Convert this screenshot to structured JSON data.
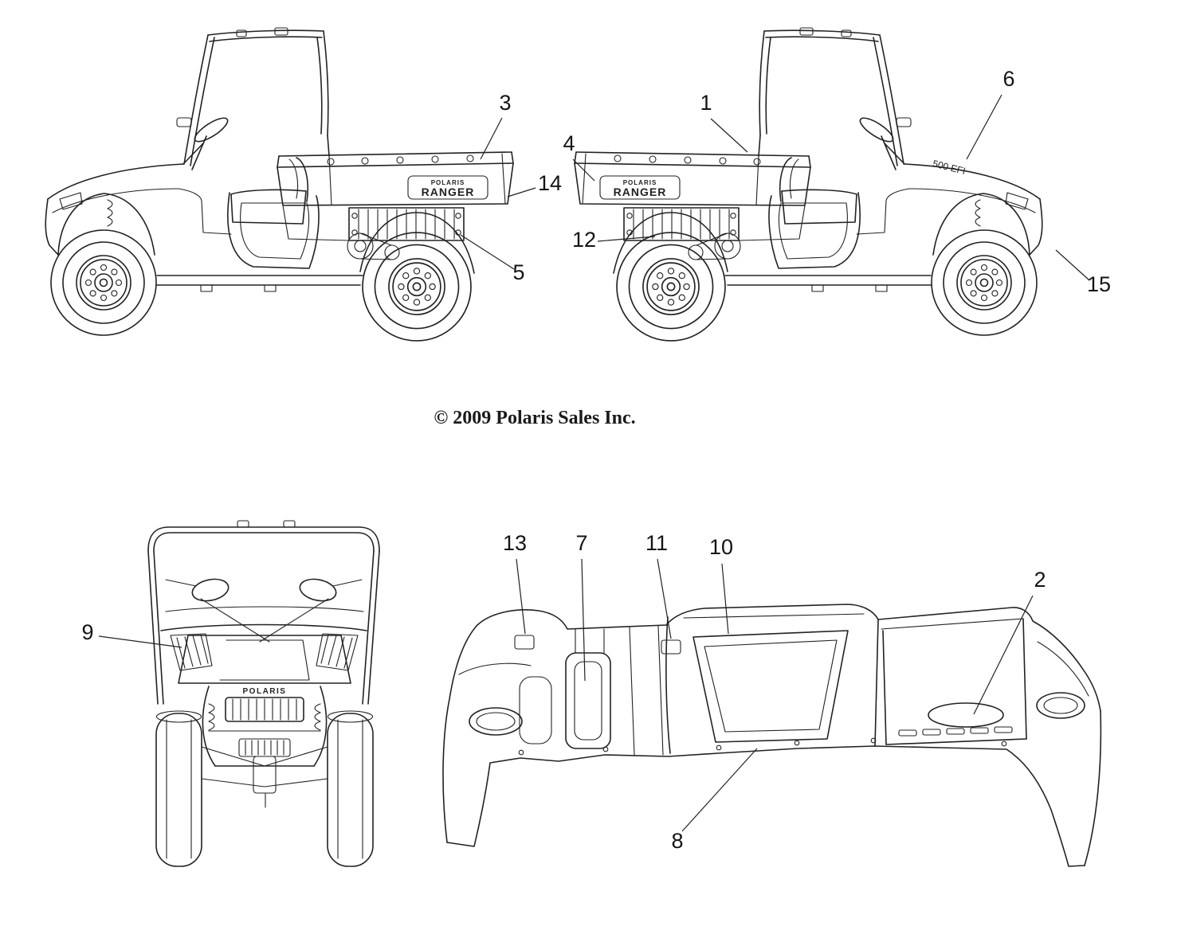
{
  "page": {
    "background": "#ffffff",
    "line_color": "#222222",
    "text_color": "#141414"
  },
  "copyright": "© 2009 Polaris Sales Inc.",
  "decals": {
    "brand": "POLARIS",
    "model": "RANGER",
    "engine_badge": "500 EFI",
    "front_grille_brand": "POLARIS"
  },
  "callouts": [
    "1",
    "2",
    "3",
    "4",
    "5",
    "6",
    "7",
    "8",
    "9",
    "10",
    "11",
    "12",
    "13",
    "14",
    "15"
  ]
}
